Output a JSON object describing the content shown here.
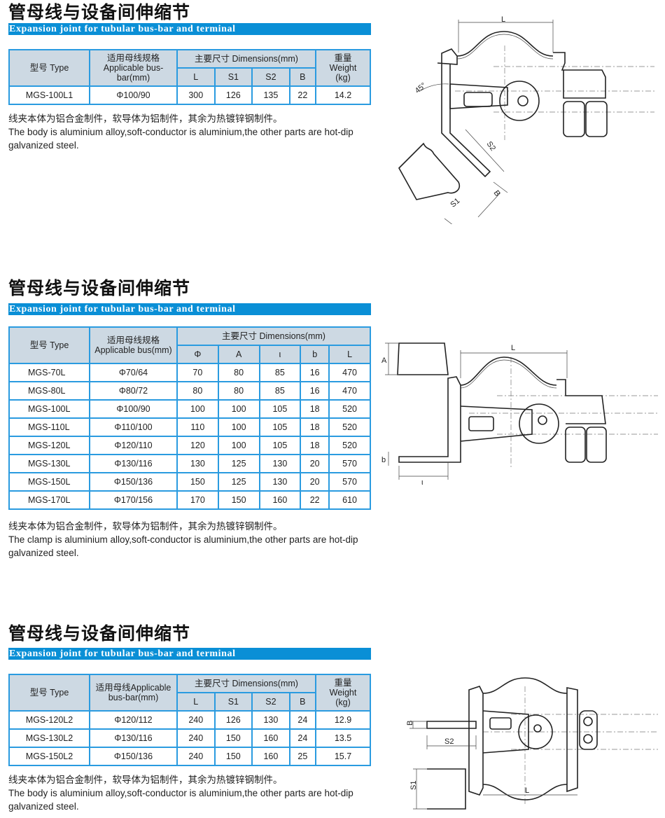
{
  "sections": [
    {
      "title": "管母线与设备间伸缩节",
      "subtitle": "Expansion joint for tubular bus-bar and terminal",
      "headers": {
        "type": "型号 Type",
        "applicable_cn": "适用母线规格",
        "applicable_en": "Applicable bus-bar(mm)",
        "dimensions": "主要尺寸 Dimensions(mm)",
        "weight_cn": "重量",
        "weight_en": "Weight",
        "weight_unit": "(kg)",
        "dims": [
          "L",
          "S1",
          "S2",
          "B"
        ]
      },
      "rows": [
        [
          "MGS-100L1",
          "Φ100/90",
          "300",
          "126",
          "135",
          "22",
          "14.2"
        ]
      ],
      "desc_cn": "线夹本体为铝合金制件，软导体为铝制件，其余为热镀锌钢制件。",
      "desc_en": "The body is aluminium alloy,soft-conductor is aluminium,the other parts are hot-dip galvanized steel.",
      "diagram_labels": {
        "L": "L",
        "S1": "S1",
        "S2": "S2",
        "B": "B",
        "angle": "45°"
      }
    },
    {
      "title": "管母线与设备间伸缩节",
      "subtitle": "Expansion joint for tubular bus-bar and terminal",
      "headers": {
        "type": "型号 Type",
        "applicable_cn": "适用母线规格",
        "applicable_en": "Applicable bus(mm)",
        "dimensions": "主要尺寸 Dimensions(mm)",
        "dims": [
          "Φ",
          "A",
          "ι",
          "b",
          "L"
        ]
      },
      "rows": [
        [
          "MGS-70L",
          "Φ70/64",
          "70",
          "80",
          "85",
          "16",
          "470"
        ],
        [
          "MGS-80L",
          "Φ80/72",
          "80",
          "80",
          "85",
          "16",
          "470"
        ],
        [
          "MGS-100L",
          "Φ100/90",
          "100",
          "100",
          "105",
          "18",
          "520"
        ],
        [
          "MGS-110L",
          "Φ110/100",
          "110",
          "100",
          "105",
          "18",
          "520"
        ],
        [
          "MGS-120L",
          "Φ120/110",
          "120",
          "100",
          "105",
          "18",
          "520"
        ],
        [
          "MGS-130L",
          "Φ130/116",
          "130",
          "125",
          "130",
          "20",
          "570"
        ],
        [
          "MGS-150L",
          "Φ150/136",
          "150",
          "125",
          "130",
          "20",
          "570"
        ],
        [
          "MGS-170L",
          "Φ170/156",
          "170",
          "150",
          "160",
          "22",
          "610"
        ]
      ],
      "desc_cn": "线夹本体为铝合金制件，软导体为铝制件，其余为热镀锌钢制件。",
      "desc_en": "The clamp  is aluminium alloy,soft-conductor is aluminium,the other parts are hot-dip galvanized steel.",
      "diagram_labels": {
        "L": "L",
        "A": "A",
        "b": "b",
        "t": "ι"
      }
    },
    {
      "title": "管母线与设备间伸缩节",
      "subtitle": "Expansion joint for tubular bus-bar and terminal",
      "headers": {
        "type": "型号 Type",
        "applicable_cn": "适用母线Applicable",
        "applicable_en": "bus-bar(mm)",
        "dimensions": "主要尺寸 Dimensions(mm)",
        "weight_cn": "重量",
        "weight_en": "Weight",
        "weight_unit": "(kg)",
        "dims": [
          "L",
          "S1",
          "S2",
          "B"
        ]
      },
      "rows": [
        [
          "MGS-120L2",
          "Φ120/112",
          "240",
          "126",
          "130",
          "24",
          "12.9"
        ],
        [
          "MGS-130L2",
          "Φ130/116",
          "240",
          "150",
          "160",
          "24",
          "13.5"
        ],
        [
          "MGS-150L2",
          "Φ150/136",
          "240",
          "150",
          "160",
          "25",
          "15.7"
        ]
      ],
      "desc_cn": "线夹本体为铝合金制件，软导体为铝制件，其余为热镀锌钢制件。",
      "desc_en": "The body is aluminium alloy,soft-conductor is aluminium,the other parts are hot-dip galvanized steel.",
      "diagram_labels": {
        "L": "L",
        "S1": "S1",
        "S2": "S2",
        "B": "B"
      }
    }
  ]
}
